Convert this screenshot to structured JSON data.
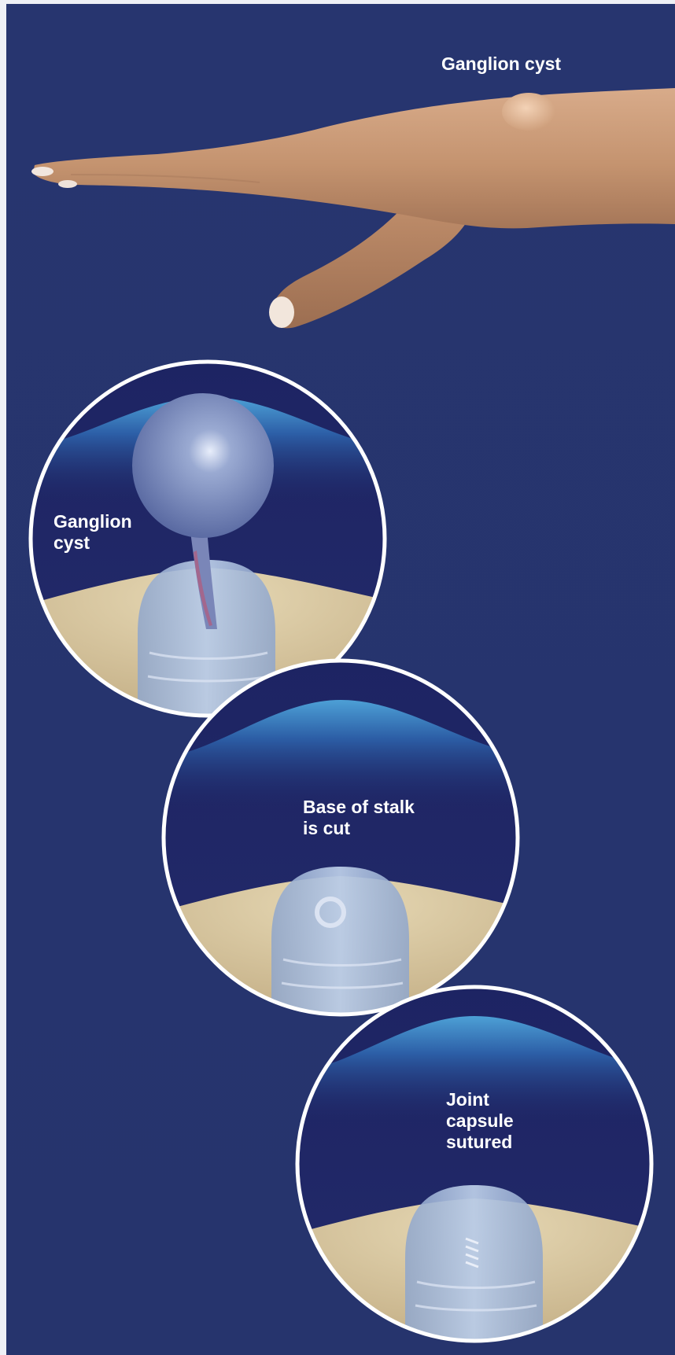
{
  "labels": {
    "hand_cyst": "Ganglion cyst",
    "inset1_line1": "Ganglion",
    "inset1_line2": "cyst",
    "inset2_line1": "Base of stalk",
    "inset2_line2": "is cut",
    "inset3_line1": "Joint",
    "inset3_line2": "capsule",
    "inset3_line3": "sutured"
  },
  "colors": {
    "background": "#27356f",
    "inset_fluid": "#1f2766",
    "inset_border": "#ffffff",
    "skin": "#c99a78",
    "bone": "#d9c9a2",
    "capsule": "#9fb4d6",
    "cyst": "#6a7fb4"
  }
}
